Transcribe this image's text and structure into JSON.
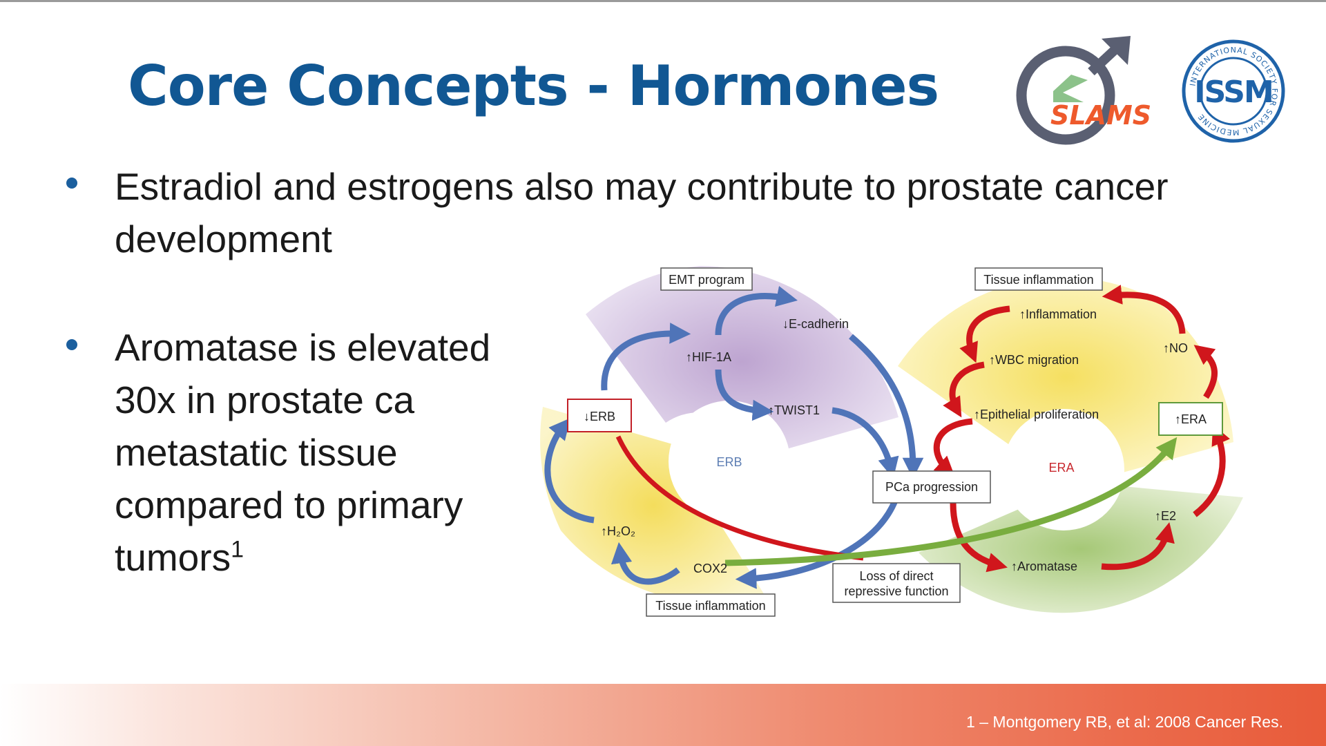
{
  "slide": {
    "title": "Core Concepts - Hormones",
    "bullets": [
      {
        "text": "Estradiol and estrogens also may contribute to prostate cancer development"
      },
      {
        "text": "Aromatase is elevated 30x in prostate ca metastatic tissue compared to primary tumors",
        "superscript": "1"
      }
    ],
    "footer_citation": "1 – Montgomery RB, et al: 2008 Cancer Res."
  },
  "logos": {
    "slams": {
      "text": "SLAMS"
    },
    "issm": {
      "text": "ISSM",
      "ring_text": "INTERNATIONAL SOCIETY FOR SEXUAL MEDICINE"
    }
  },
  "diagram": {
    "erb_side": {
      "center_label": "ERB",
      "emt_program": "EMT program",
      "e_cadherin": "↓E-cadherin",
      "hif_1a": "↑HIF-1A",
      "twist1": "↑TWIST1",
      "erb_box": "↓ERB",
      "h2o2": "↑H₂O₂",
      "cox2": "COX2",
      "tissue_inflammation": "Tissue inflammation"
    },
    "center": {
      "pca_progression": "PCa progression",
      "loss_line_1": "Loss of direct",
      "loss_line_2": "repressive function"
    },
    "era_side": {
      "center_label": "ERA",
      "tissue_inflammation": "Tissue inflammation",
      "inflammation": "↑Inflammation",
      "no": "↑NO",
      "wbc_migration": "↑WBC migration",
      "epithelial_proliferation": "↑Epithelial proliferation",
      "era_box": "↑ERA",
      "e2": "↑E2",
      "aromatase": "↑Aromatase"
    },
    "colors": {
      "blue_arrow": "#4f74b8",
      "red_arrow": "#d0161c",
      "green_arrow": "#79ad3f",
      "purple_zone": "#c7b2d8",
      "yellow_zone": "#f6e266",
      "green_zone": "#a9c97a"
    }
  }
}
